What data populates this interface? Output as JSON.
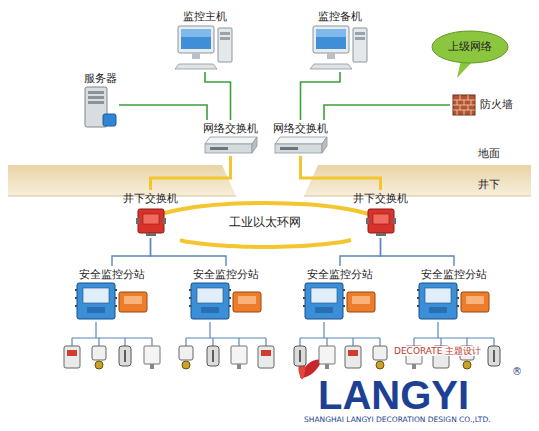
{
  "diagram": {
    "nodes": [
      {
        "text": [
          "监控主机"
        ]
      },
      {
        "text": [
          "监控备机"
        ]
      },
      {
        "text": [
          "服务器"
        ]
      },
      {
        "text": [
          "上级网络"
        ]
      },
      {
        "text": [
          "防火墙"
        ]
      },
      {
        "text": [
          "网络交换机"
        ]
      },
      {
        "text": [
          "网络交换机"
        ]
      },
      {
        "text": [
          "井下交换机"
        ]
      },
      {
        "text": [
          "井下交换机"
        ]
      },
      {
        "text": [
          "安全监控分站"
        ]
      },
      {
        "text": [
          "安全监控分站"
        ]
      },
      {
        "text": [
          "安全监控分站"
        ]
      },
      {
        "text": [
          "安全监控分站"
        ]
      }
    ],
    "edges": [
      {
        "from": 0,
        "to": 5,
        "arrow": "none"
      },
      {
        "from": 2,
        "to": 5,
        "arrow": "none"
      },
      {
        "from": 1,
        "to": 6,
        "arrow": "none"
      },
      {
        "from": 4,
        "to": 6,
        "arrow": "none"
      },
      {
        "from": 5,
        "to": 7,
        "arrow": "none"
      },
      {
        "from": 6,
        "to": 8,
        "arrow": "none"
      },
      {
        "from": 7,
        "to": 8,
        "arrow": "none"
      },
      {
        "from": 7,
        "to": 9,
        "arrow": "none"
      },
      {
        "from": 7,
        "to": 10,
        "arrow": "none"
      },
      {
        "from": 8,
        "to": 11,
        "arrow": "none"
      },
      {
        "from": 8,
        "to": 12,
        "arrow": "none"
      }
    ],
    "labels": [
      "地面",
      "井下",
      "工业以太环网",
      "DECORATE 主题设计",
      "LANGYI",
      "®",
      "SHANGHAI LANGYI DECORATION DESIGN CO.,LTD."
    ]
  }
}
